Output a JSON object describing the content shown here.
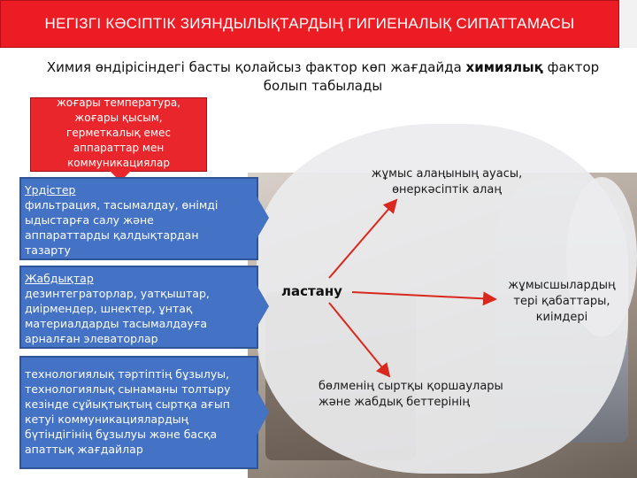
{
  "title": "НЕГІЗГІ КӘСІПТІК ЗИЯНДЫЛЫҚТАРДЫҢ ГИГИЕНАЛЫҚ СИПАТТАМАСЫ",
  "subtitle": {
    "before": "Химия өндірісіндегі басты қолайсыз фактор көп жағдайда ",
    "bold": "химиялық",
    "after": " фактор болып табылады"
  },
  "red_callout": {
    "lines": [
      "жоғары температура,",
      "жоғары қысым,",
      "герметкалық емес",
      "аппараттар мен",
      "коммуникациялар"
    ]
  },
  "boxes": [
    {
      "heading": "Үрдістер",
      "lines": [
        "фильтрация, тасымалдау, өнімді",
        "ыдыстарға салу және",
        "аппараттарды қалдықтардан",
        "тазарту"
      ]
    },
    {
      "heading": "Жабдықтар",
      "lines": [
        "дезинтеграторлар, уатқыштар,",
        "диірмендер, шнектер, ұнтақ",
        "материалдарды тасымалдауға",
        "арналған элеваторлар"
      ]
    },
    {
      "heading": "",
      "lines": [
        "технологиялық тәртіптің бұзылуы,",
        "технологиялық сынаманы толтыру",
        "кезінде сұйықтықтың сыртқа ағып",
        "кетуі коммуникациялардың",
        "бүтіндігінің бұзылуы және басқа",
        "апаттық жағдайлар"
      ]
    }
  ],
  "center_word": "ластану",
  "targets": {
    "air": [
      "жұмыс алаңының ауасы,",
      "өнеркәсіптік алаң"
    ],
    "workers": [
      "жұмысшылардың",
      "тері қабаттары,",
      "киімдері"
    ],
    "surfaces": [
      "бөлменің сыртқы қоршаулары",
      "және жабдық беттерінің"
    ]
  },
  "colors": {
    "title_bg": "#ec1c24",
    "callout_bg": "#e8262b",
    "box_bg": "#4472c4",
    "arrow": "#d9281e"
  }
}
